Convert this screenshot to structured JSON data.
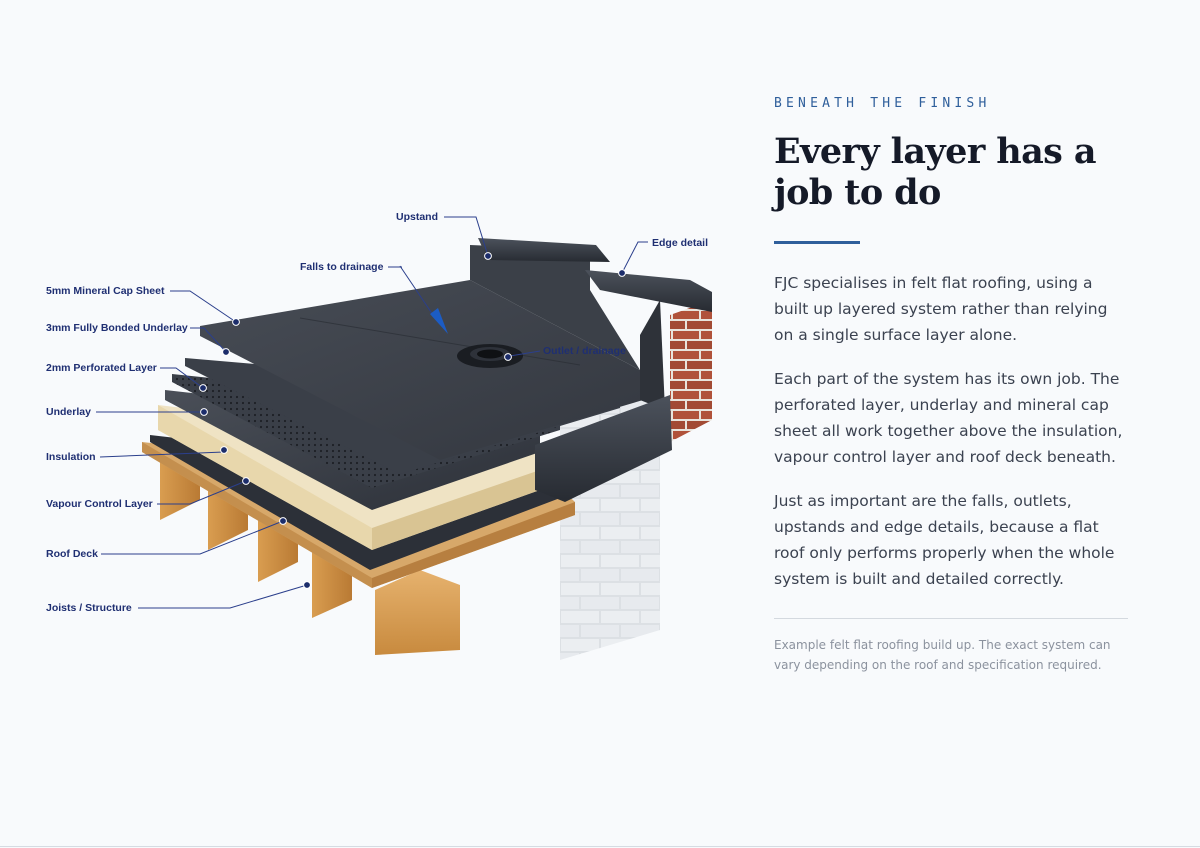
{
  "panel": {
    "eyebrow": "BENEATH THE FINISH",
    "heading": "Every layer has a job to do",
    "paragraphs": [
      "FJC specialises in felt flat roofing, using a built up layered system rather than relying on a single surface layer alone.",
      "Each part of the system has its own job. The perforated layer, underlay and mineral cap sheet all work together above the insulation, vapour control layer and roof deck beneath.",
      "Just as important are the falls, outlets, upstands and edge details, because a flat roof only performs properly when the whole system is built and detailed correctly."
    ],
    "caption": "Example felt flat roofing build up. The exact system can vary depending on the roof and specification required."
  },
  "diagram": {
    "left_labels": [
      "5mm Mineral Cap Sheet",
      "3mm Fully Bonded Underlay",
      "2mm Perforated Layer",
      "Underlay",
      "Insulation",
      "Vapour Control Layer",
      "Roof Deck",
      "Joists / Structure"
    ],
    "top_labels": {
      "upstand": "Upstand",
      "falls": "Falls to drainage",
      "edge": "Edge detail",
      "outlet": "Outlet / drainage"
    }
  },
  "colors": {
    "accent": "#2f5f9b",
    "label": "#1f2f72",
    "heading": "#151a28",
    "body_text": "#3b4250",
    "caption": "#8b929e"
  }
}
